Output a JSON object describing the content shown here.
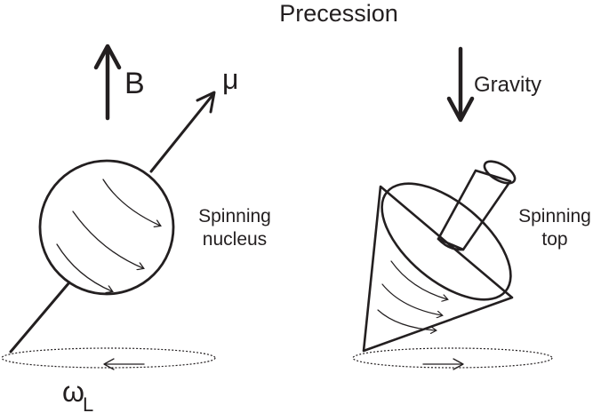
{
  "title": "Precession",
  "left": {
    "field_label": "B",
    "moment_label": "μ",
    "object_label_line1": "Spinning",
    "object_label_line2": "nucleus",
    "frequency_symbol": "ω",
    "frequency_subscript": "L"
  },
  "right": {
    "force_label": "Gravity",
    "object_label_line1": "Spinning",
    "object_label_line2": "top"
  },
  "icons": [
    "up-arrow-icon",
    "down-arrow-icon",
    "curved-arrow-icon"
  ],
  "colors": {
    "ink": "#231f20",
    "background": "#ffffff"
  }
}
